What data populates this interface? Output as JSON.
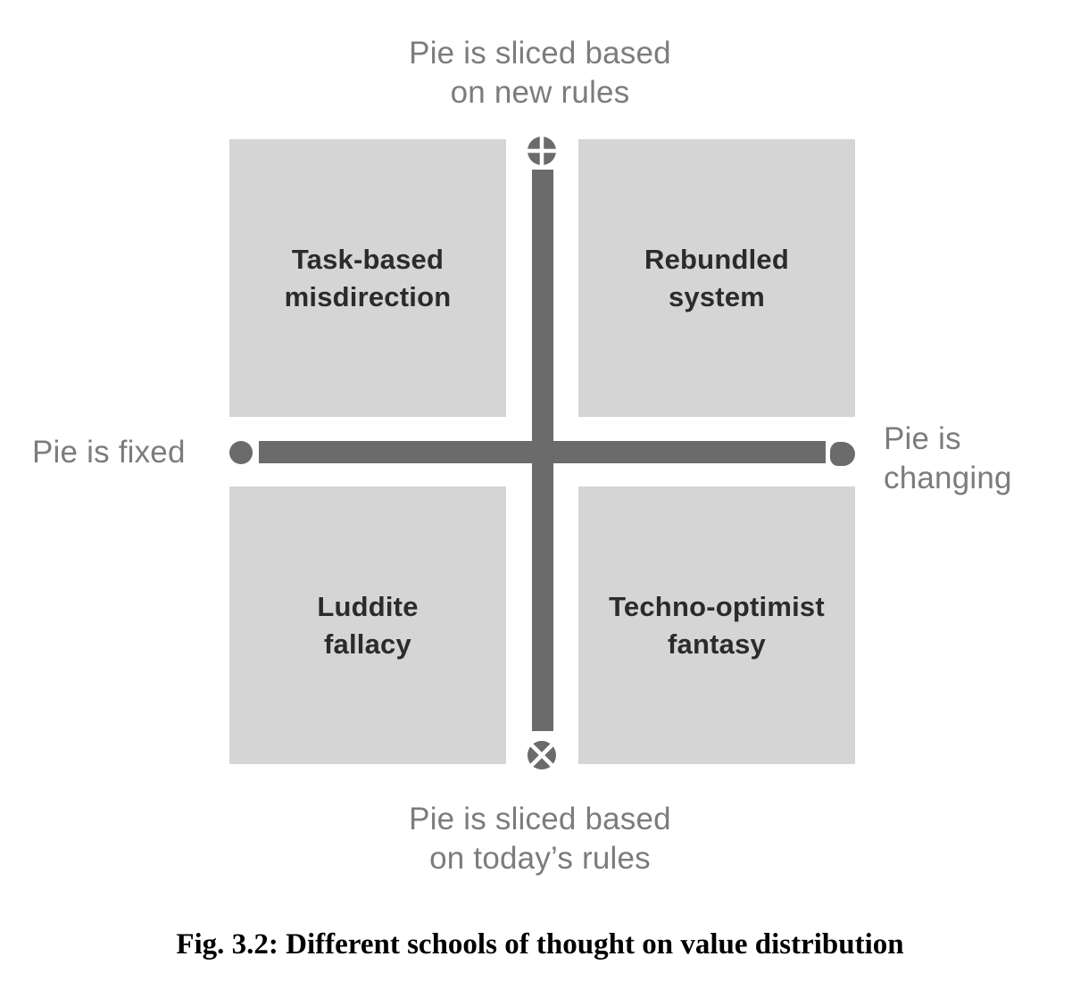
{
  "figure": {
    "axis": {
      "top": {
        "line1": "Pie is sliced based",
        "line2": "on new rules"
      },
      "bottom": {
        "line1": "Pie is sliced based",
        "line2": "on today’s rules"
      },
      "left": {
        "text": "Pie is fixed"
      },
      "right": {
        "line1": "Pie is",
        "line2": "changing"
      }
    },
    "quadrants": {
      "top_left": {
        "line1": "Task-based",
        "line2": "misdirection"
      },
      "top_right": {
        "line1": "Rebundled",
        "line2": "system"
      },
      "bottom_left": {
        "line1": "Luddite",
        "line2": "fallacy"
      },
      "bottom_right": {
        "line1": "Techno-optimist",
        "line2": "fantasy"
      }
    },
    "icons": {
      "top": "pie-sliced-plus-icon",
      "bottom": "pie-sliced-x-icon",
      "left": "fixed-pie-dot-icon",
      "right": "changing-pie-blob-icon"
    },
    "caption": "Fig. 3.2: Different schools of thought on value distribution"
  },
  "colors": {
    "page_bg": "#ffffff",
    "box_bg": "#d5d5d5",
    "axis_bar": "#6b6b6b",
    "axis_text": "#7c7c7c",
    "quadrant_text": "#2b2b2b",
    "caption_text": "#000000"
  }
}
